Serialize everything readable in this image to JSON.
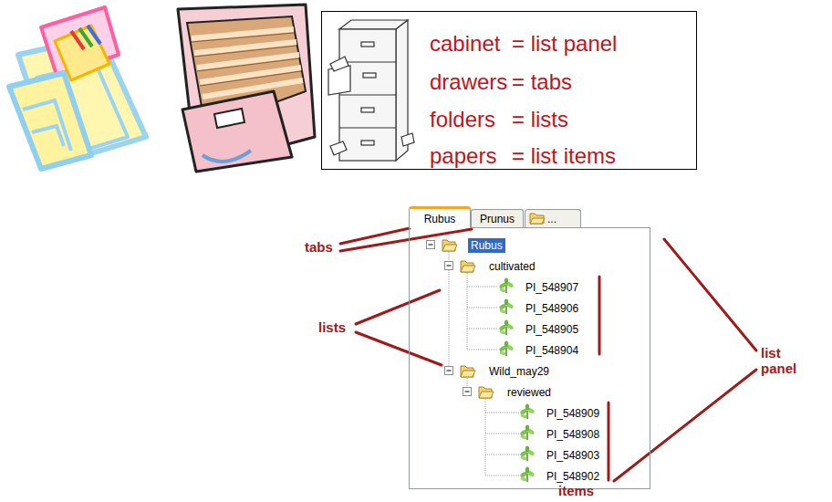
{
  "diagram": {
    "nodes": [
      {
        "text": [
          "cabinet",
          "= list panel",
          "drawers",
          "= tabs",
          "folders",
          "= lists",
          "papers",
          "= list items"
        ]
      },
      {
        "text": [
          "Rubus"
        ]
      },
      {
        "text": [
          "Prunus"
        ]
      },
      {
        "text": [
          "..."
        ]
      },
      {
        "text": [
          "Rubus",
          "cultivated",
          "PI_548907",
          "PI_548906",
          "PI_548905",
          "PI_548904",
          "Wild_may29",
          "reviewed",
          "PI_548909",
          "PI_548908",
          "PI_548903",
          "PI_548902"
        ]
      }
    ],
    "labels": [
      "tabs",
      "lists",
      "items",
      "list panel"
    ]
  }
}
